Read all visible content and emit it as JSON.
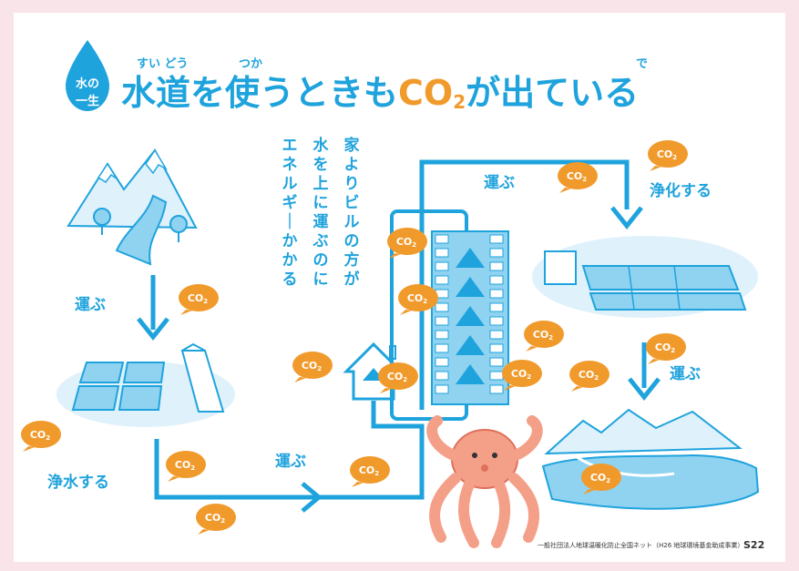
{
  "badge": {
    "line1": "水の",
    "line2": "一生"
  },
  "title": {
    "part1": "水道を使うときも",
    "co": "CO",
    "sub": "2",
    "part2": "が出ている",
    "ruby_suidou": "すい どう",
    "ruby_tsuka": "つか",
    "ruby_de": "で"
  },
  "labels": {
    "carry_left": "運ぶ",
    "purify_left": "浄水する",
    "carry_bottom": "運ぶ",
    "carry_top": "運ぶ",
    "purify_right": "浄化する",
    "carry_right": "運ぶ"
  },
  "vertical_note": [
    "家よりビルの方が",
    "水を上に運ぶのに",
    "エネルギーかかる"
  ],
  "co2_bubble": {
    "co": "CO",
    "sub": "2"
  },
  "footer": {
    "credit": "一般社団法人地球温暖化防止全国ネット（H26 地球環境基金助成事業）",
    "page": "S22"
  },
  "colors": {
    "accent": "#1fa3dd",
    "co2": "#f19a2c",
    "octopus": "#f4a089",
    "panel": "#ffffff",
    "frame": "#f9e4ea",
    "ink": "#1fa3dd"
  }
}
